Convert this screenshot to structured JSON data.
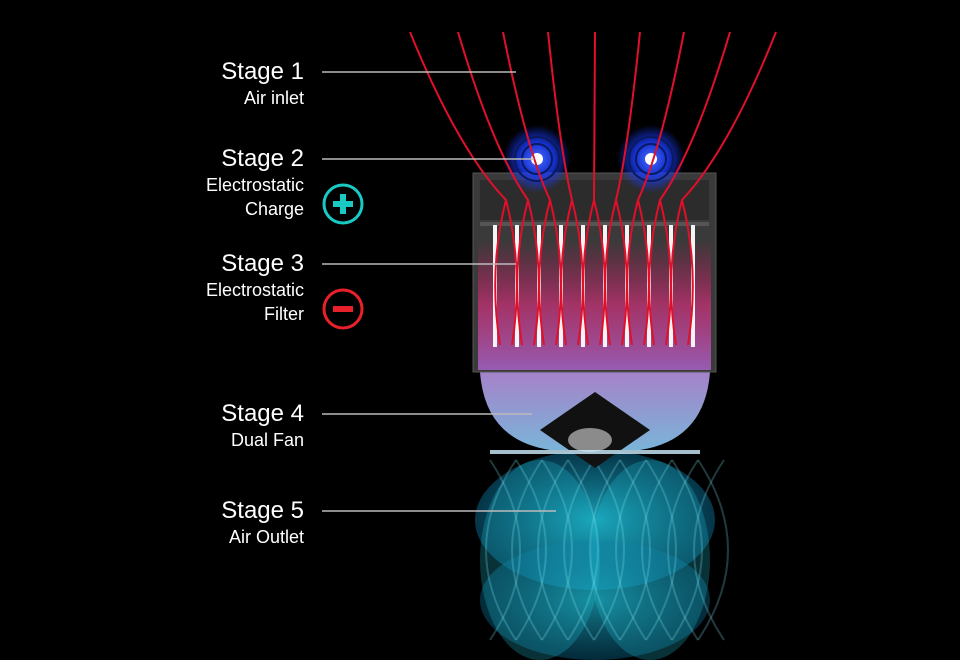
{
  "stages": [
    {
      "title": "Stage 1",
      "subtitle": [
        "Air inlet"
      ]
    },
    {
      "title": "Stage 2",
      "subtitle": [
        "Electrostatic",
        "Charge"
      ],
      "icon": "plus-circle-icon",
      "icon_color": "#19c9c4"
    },
    {
      "title": "Stage 3",
      "subtitle": [
        "Electrostatic",
        "Filter"
      ],
      "icon": "minus-circle-icon",
      "icon_color": "#e8202a"
    },
    {
      "title": "Stage 4",
      "subtitle": [
        "Dual Fan"
      ]
    },
    {
      "title": "Stage 5",
      "subtitle": [
        "Air Outlet"
      ]
    }
  ],
  "colors": {
    "airflow_in": "#e0102a",
    "ion": "#1a3cff",
    "outlet": "#1fc6e0",
    "filter": "#d0308a"
  }
}
